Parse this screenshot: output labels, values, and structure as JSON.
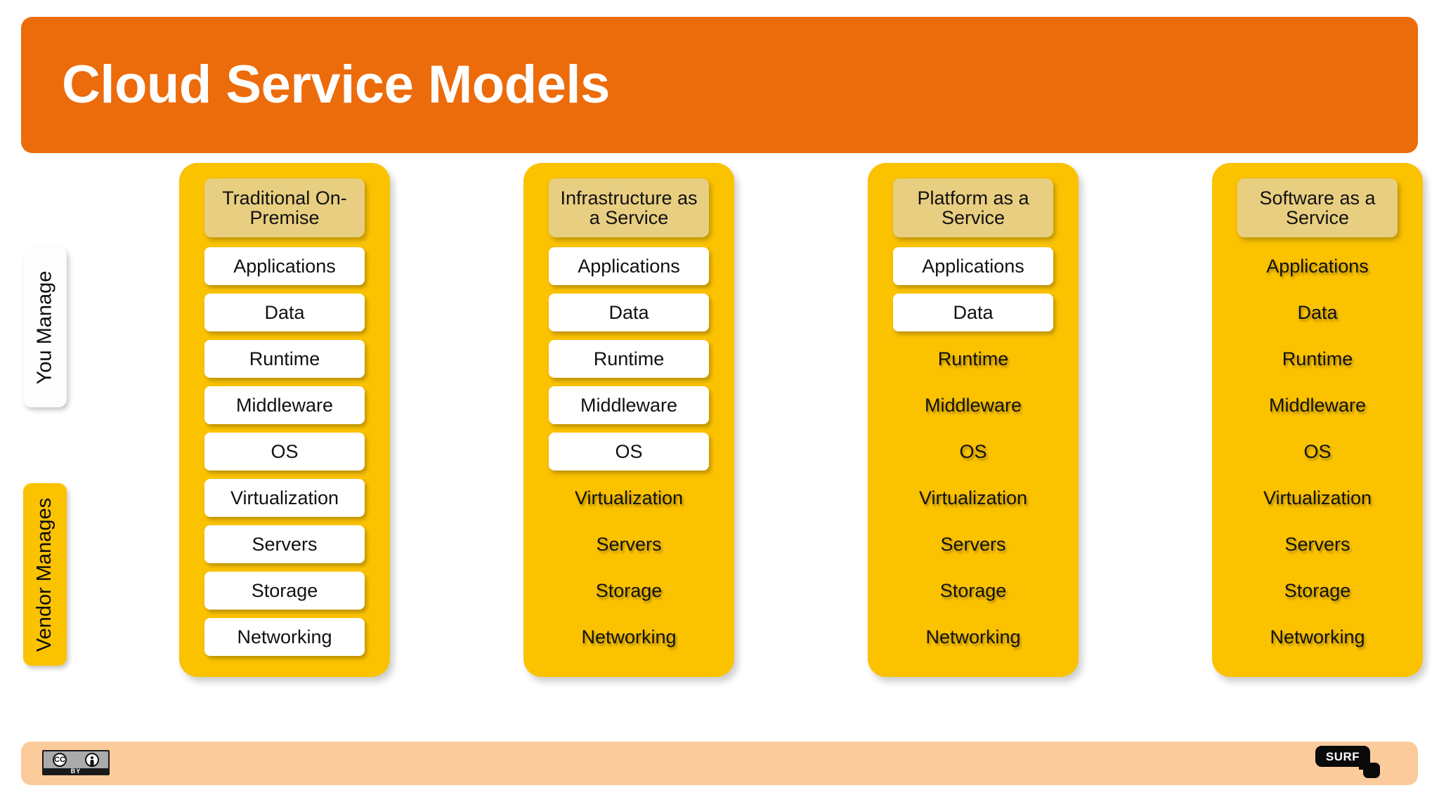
{
  "header": {
    "title": "Cloud Service Models",
    "background_color": "#EC6B0A",
    "text_color": "#FFFFFF"
  },
  "side_labels": {
    "you_manage": "You Manage",
    "vendor_manages": "Vendor Manages"
  },
  "colors": {
    "banner_orange": "#EC6B0A",
    "column_yellow": "#FBC200",
    "column_header_tan": "#E8CE80",
    "row_white": "#FFFFFF",
    "footer_peach": "#FBCB9C",
    "text_black": "#111111"
  },
  "layer_names": [
    "Applications",
    "Data",
    "Runtime",
    "Middleware",
    "OS",
    "Virtualization",
    "Servers",
    "Storage",
    "Networking"
  ],
  "columns": [
    {
      "title": "Traditional On-Premise",
      "rows": [
        {
          "label": "Applications",
          "style": "boxed"
        },
        {
          "label": "Data",
          "style": "boxed"
        },
        {
          "label": "Runtime",
          "style": "boxed"
        },
        {
          "label": "Middleware",
          "style": "boxed"
        },
        {
          "label": "OS",
          "style": "boxed"
        },
        {
          "label": "Virtualization",
          "style": "boxed"
        },
        {
          "label": "Servers",
          "style": "boxed"
        },
        {
          "label": "Storage",
          "style": "boxed"
        },
        {
          "label": "Networking",
          "style": "boxed"
        }
      ]
    },
    {
      "title": "Infrastructure as a Service",
      "rows": [
        {
          "label": "Applications",
          "style": "boxed"
        },
        {
          "label": "Data",
          "style": "boxed"
        },
        {
          "label": "Runtime",
          "style": "boxed"
        },
        {
          "label": "Middleware",
          "style": "boxed"
        },
        {
          "label": "OS",
          "style": "boxed"
        },
        {
          "label": "Virtualization",
          "style": "plain"
        },
        {
          "label": "Servers",
          "style": "plain"
        },
        {
          "label": "Storage",
          "style": "plain"
        },
        {
          "label": "Networking",
          "style": "plain"
        }
      ]
    },
    {
      "title": "Platform as a Service",
      "rows": [
        {
          "label": "Applications",
          "style": "boxed"
        },
        {
          "label": "Data",
          "style": "boxed"
        },
        {
          "label": "Runtime",
          "style": "plain"
        },
        {
          "label": "Middleware",
          "style": "plain"
        },
        {
          "label": "OS",
          "style": "plain"
        },
        {
          "label": "Virtualization",
          "style": "plain"
        },
        {
          "label": "Servers",
          "style": "plain"
        },
        {
          "label": "Storage",
          "style": "plain"
        },
        {
          "label": "Networking",
          "style": "plain"
        }
      ]
    },
    {
      "title": "Software as a Service",
      "rows": [
        {
          "label": "Applications",
          "style": "plain"
        },
        {
          "label": "Data",
          "style": "plain"
        },
        {
          "label": "Runtime",
          "style": "plain"
        },
        {
          "label": "Middleware",
          "style": "plain"
        },
        {
          "label": "OS",
          "style": "plain"
        },
        {
          "label": "Virtualization",
          "style": "plain"
        },
        {
          "label": "Servers",
          "style": "plain"
        },
        {
          "label": "Storage",
          "style": "plain"
        },
        {
          "label": "Networking",
          "style": "plain"
        }
      ]
    }
  ],
  "footer": {
    "license_badge": {
      "icon": "creative-commons-by-icon",
      "cc_mark": "CC",
      "by_label": "BY"
    },
    "brand_logo": {
      "icon": "surf-logo-icon",
      "text": "SURF"
    }
  }
}
